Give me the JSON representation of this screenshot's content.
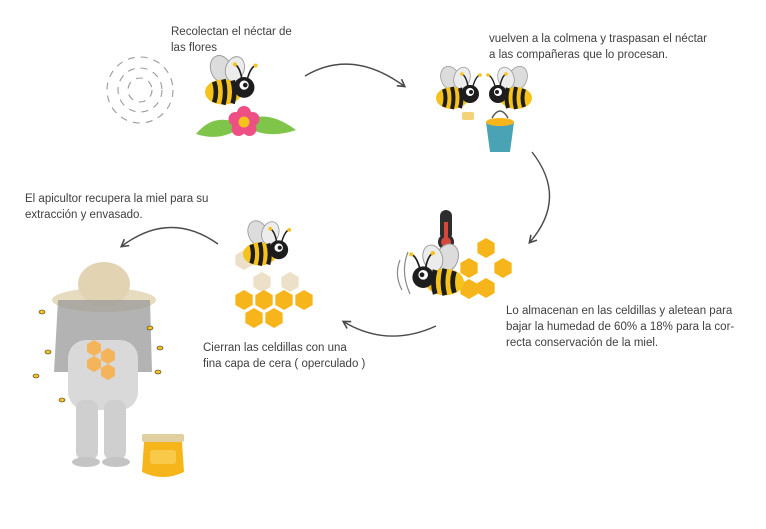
{
  "steps": [
    {
      "id": "collect",
      "text": "Recolectan el néctar de\nlas flores",
      "icon": "bee-on-flower-icon"
    },
    {
      "id": "transfer",
      "text": "vuelven a la colmena y traspasan el néctar\na las compañeras que lo procesan.",
      "icon": "two-bees-with-bucket-icon"
    },
    {
      "id": "store",
      "text": "Lo almacenan en las celdillas y  aletean para\nbajar la humedad de 60% a 18% para la cor-\nrecta conservación de la miel.",
      "icon": "bee-fanning-honeycomb-icon"
    },
    {
      "id": "seal",
      "text": "Cierran las celdillas con una\n fina capa de cera ( operculado )",
      "icon": "bee-on-honeycomb-icon"
    },
    {
      "id": "harvest",
      "text": "El apicultor recupera la miel para su\nextracción y envasado.",
      "icon": "beekeeper-with-honey-jar-icon"
    }
  ],
  "colors": {
    "bee_yellow": "#f6c21c",
    "bee_black": "#1d1d1d",
    "honeycomb": "#f7b51c",
    "wax": "#ece0c8",
    "leaf": "#7fc54a",
    "flower": "#ee4f84",
    "bucket": "#4aa3b5",
    "thermometer_red": "#d8473b",
    "arrow": "#4a4a4a",
    "figure": "#d9d9d9"
  }
}
